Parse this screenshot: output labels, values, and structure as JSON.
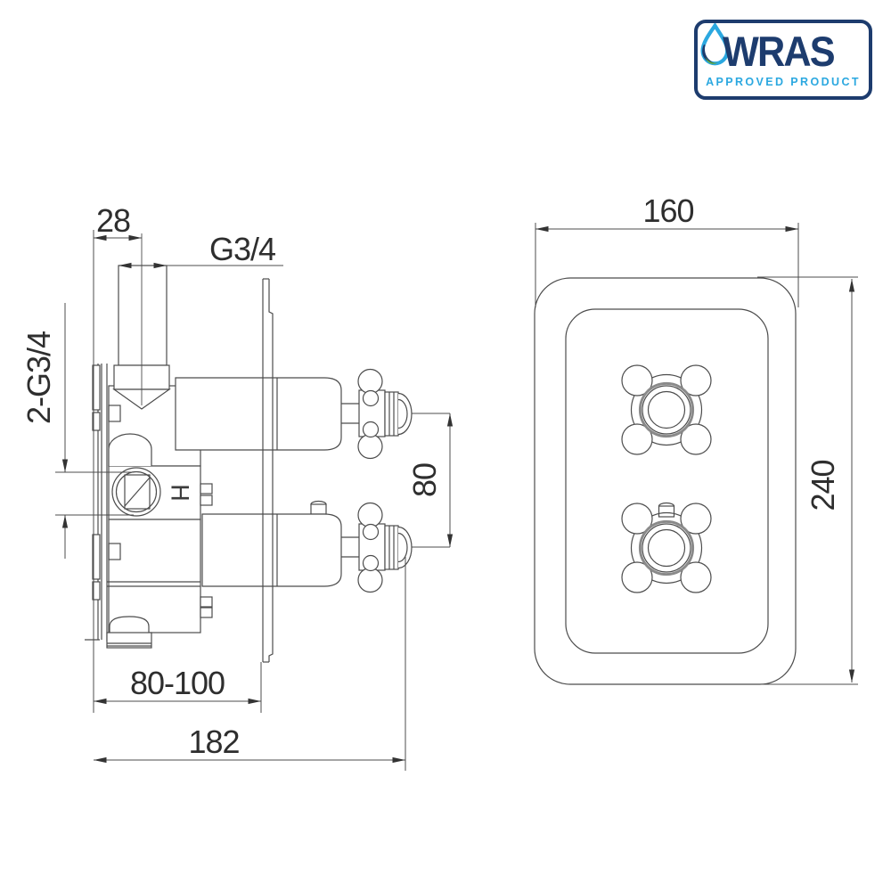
{
  "badge": {
    "brand": "WRAS",
    "subtitle": "APPROVED PRODUCT",
    "colors": {
      "navy": "#1d3c6e",
      "light_blue": "#2ba8e0",
      "green": "#62a73b"
    }
  },
  "drawing": {
    "line_color": "#4c4c4c",
    "dimension_text_color": "#2e2e2e",
    "side_view": {
      "dimensions": {
        "wall_offset": "28",
        "top_outlet_thread": "G3/4",
        "inlet_threads": "2-G3/4",
        "handle_spacing": "80",
        "recess_depth_range": "80-100",
        "overall_depth": "182"
      },
      "hot_marker": "H"
    },
    "front_view": {
      "dimensions": {
        "plate_width": "160",
        "plate_height": "240"
      }
    }
  }
}
